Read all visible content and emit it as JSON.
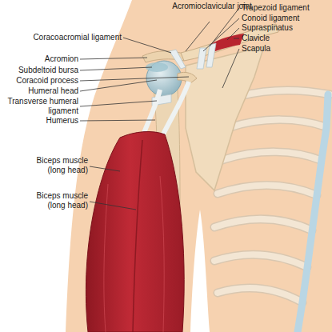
{
  "diagram": {
    "labels": [
      "Acromioclavicular joint",
      "Trapezoid ligament",
      "Conoid ligament",
      "Supraspinatus",
      "Clavicle",
      "Scapula",
      "Coracoacromial ligament",
      "Acromion",
      "Subdeltoid bursa",
      "Coracoid process",
      "Humeral head",
      "Transverse humeral ligament",
      "Humerus",
      "Biceps muscle (long head)",
      "Biceps muscle (long head)"
    ]
  }
}
